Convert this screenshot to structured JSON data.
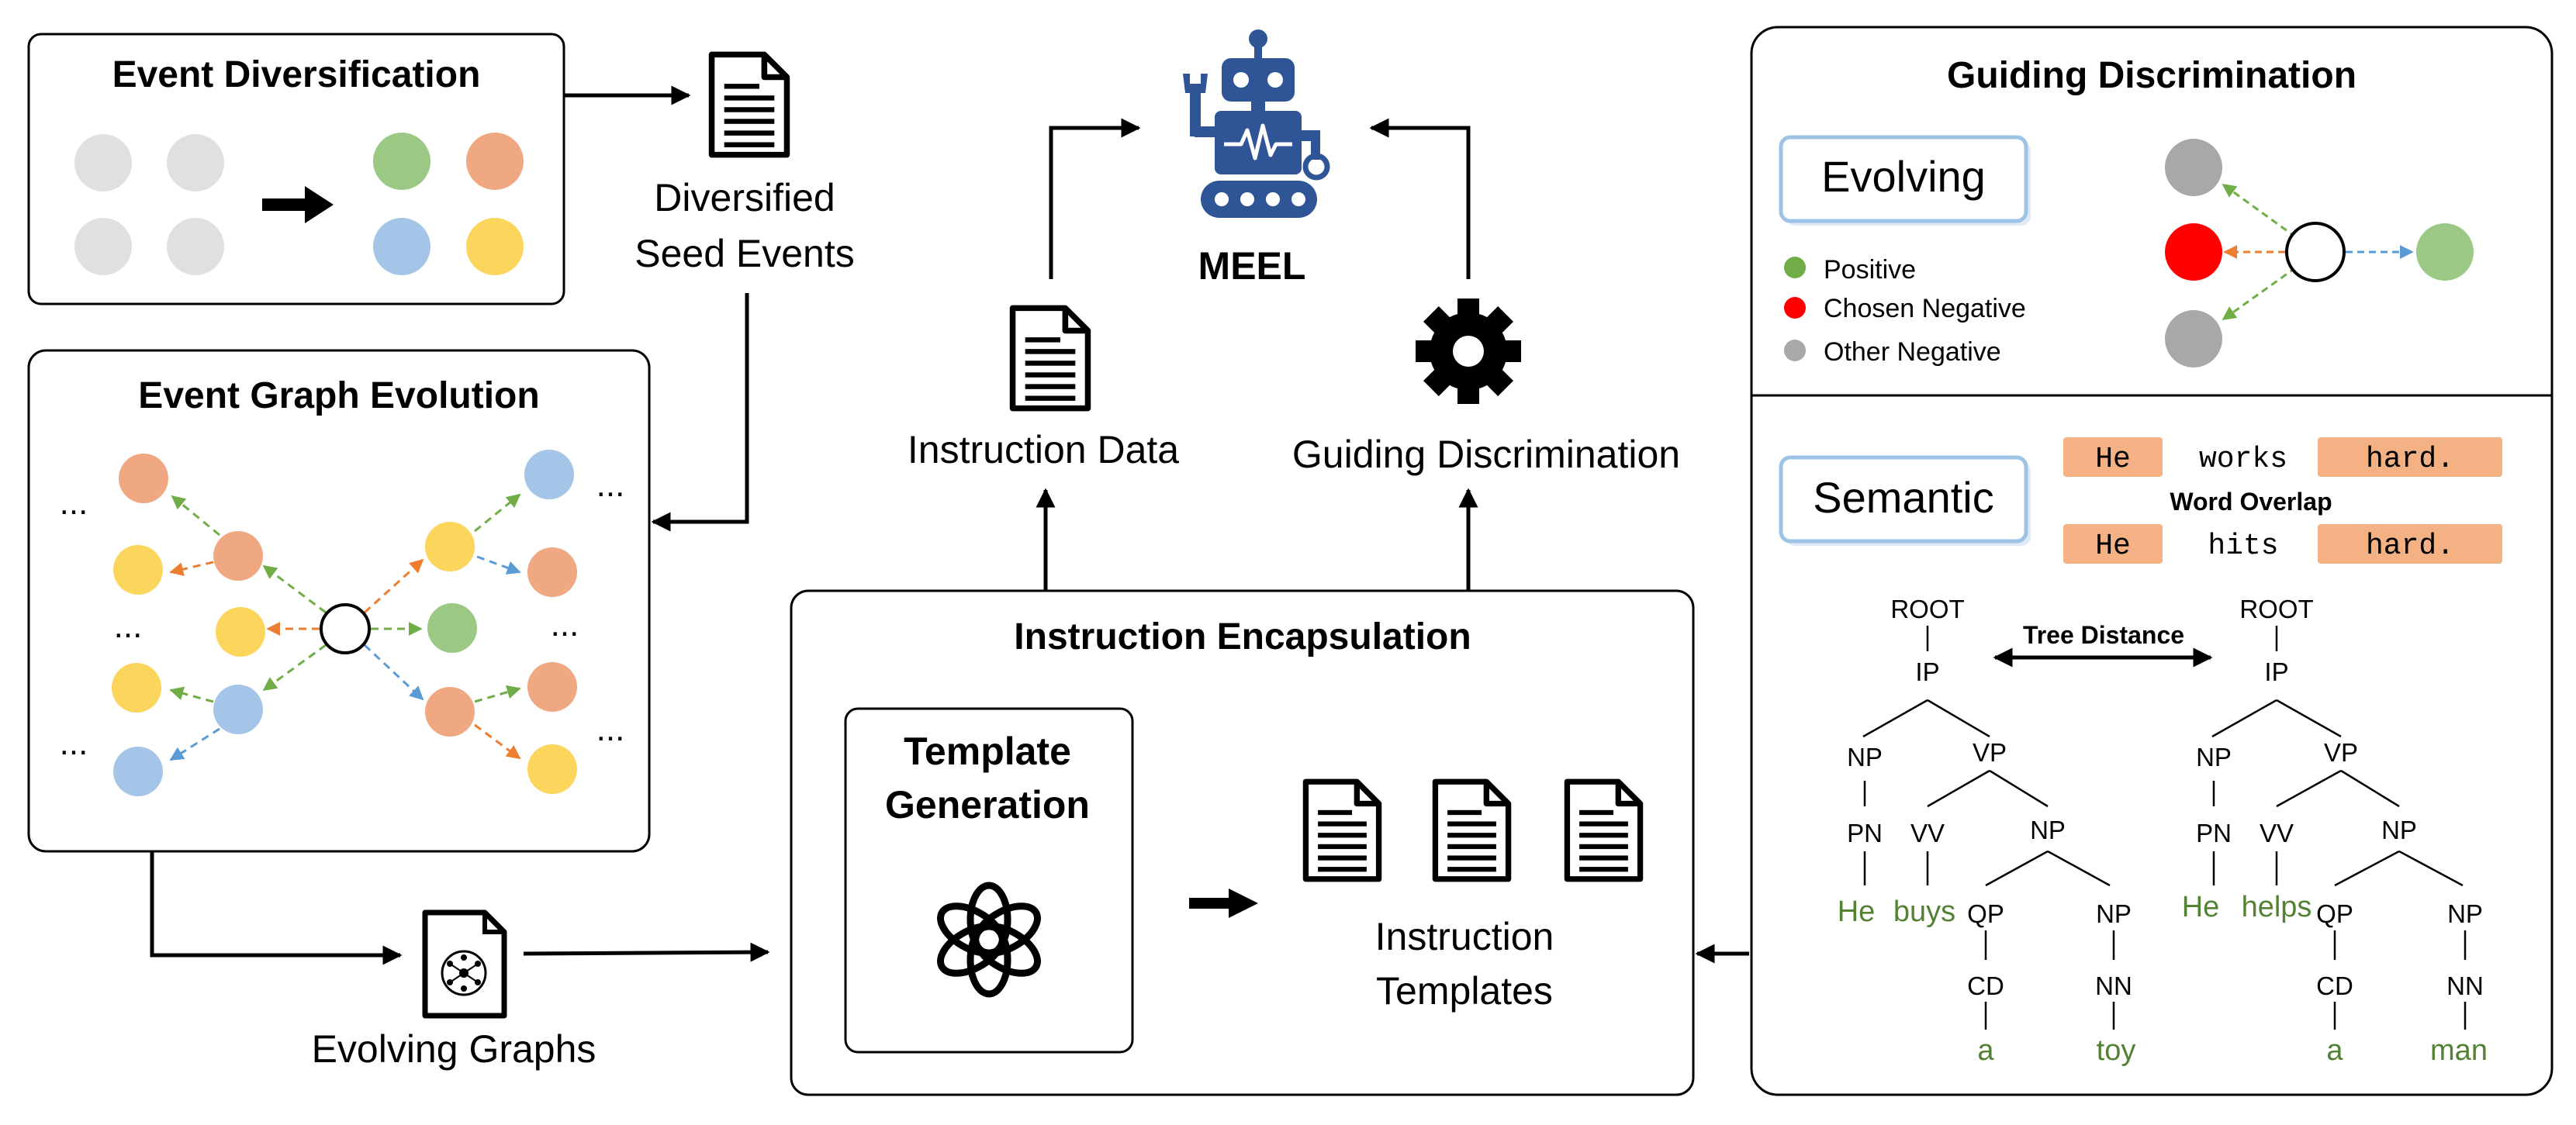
{
  "colors": {
    "green": "#9bc985",
    "orange": "#f0a882",
    "blue": "#a5c5e8",
    "yellow": "#fbd55c",
    "gray_node": "#e0e0e0",
    "dark_gray": "#a8a8a8",
    "red": "#ff0000",
    "robot_blue": "#2f5597",
    "tree_green": "#548235",
    "chip_orange": "#f4b183",
    "arrow_green": "#70ad47",
    "arrow_orange": "#ed7d31",
    "arrow_blue": "#5b9bd5",
    "label_box_border": "#9dc3e6"
  },
  "event_diversification": {
    "title": "Event Diversification"
  },
  "diversified": {
    "line1": "Diversified",
    "line2": "Seed Events",
    "icon": "document-icon"
  },
  "event_graph_evolution": {
    "title": "Event Graph Evolution",
    "ellipsis": "..."
  },
  "evolving_graphs": {
    "label": "Evolving Graphs",
    "icon": "graph-document-icon"
  },
  "meel": {
    "label": "MEEL",
    "icon": "robot-icon"
  },
  "instruction_data": {
    "label": "Instruction Data",
    "icon": "document-icon"
  },
  "guiding_discrimination_center": {
    "label": "Guiding Discrimination",
    "icon": "gear-icon"
  },
  "instruction_encapsulation": {
    "title": "Instruction Encapsulation",
    "template_generation": {
      "line1": "Template",
      "line2": "Generation",
      "icon": "openai-logo-icon"
    },
    "templates": {
      "line1": "Instruction",
      "line2": "Templates",
      "icon": "document-icon"
    }
  },
  "guiding_panel": {
    "title": "Guiding Discrimination",
    "evolving": {
      "label": "Evolving",
      "legend": [
        "Positive",
        "Chosen Negative",
        "Other Negative"
      ]
    },
    "semantic": {
      "label": "Semantic",
      "sentence1": [
        "He",
        "works",
        "hard."
      ],
      "sentence2": [
        "He",
        "hits",
        "hard."
      ],
      "overlap_label": "Word Overlap",
      "tree_distance_label": "Tree Distance",
      "tree1": {
        "root": "ROOT",
        "ip": "IP",
        "np": "NP",
        "vp": "VP",
        "pn": "PN",
        "vv": "VV",
        "np2": "NP",
        "qp": "QP",
        "np3": "NP",
        "cd": "CD",
        "nn": "NN",
        "w_he": "He",
        "w_verb": "buys",
        "w_a": "a",
        "w_noun": "toy"
      },
      "tree2": {
        "root": "ROOT",
        "ip": "IP",
        "np": "NP",
        "vp": "VP",
        "pn": "PN",
        "vv": "VV",
        "np2": "NP",
        "qp": "QP",
        "np3": "NP",
        "cd": "CD",
        "nn": "NN",
        "w_he": "He",
        "w_verb": "helps",
        "w_a": "a",
        "w_noun": "man"
      }
    }
  }
}
